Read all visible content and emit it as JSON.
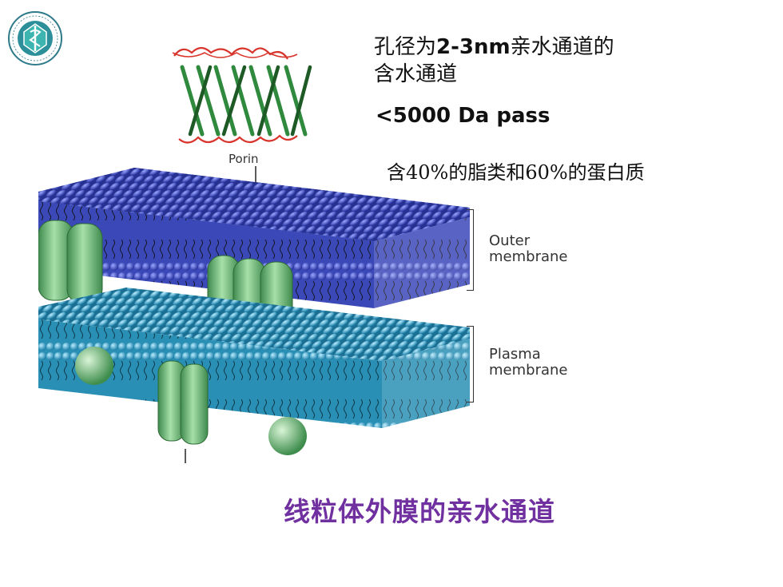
{
  "notes": {
    "pore_prefix": "孔径为",
    "pore_size": "2-3nm",
    "pore_suffix": "亲水通道的",
    "pore_line2": "含水通道",
    "pass_limit": "<5000 Da pass",
    "composition": "含40%的脂类和60%的蛋白质"
  },
  "figure": {
    "porin_label": "Porin",
    "outer_label_1": "Outer",
    "outer_label_2": "membrane",
    "plasma_label_1": "Plasma",
    "plasma_label_2": "membrane"
  },
  "caption": "线粒体外膜的亲水通道",
  "colors": {
    "lipid_head_outer": "#3f4fb5",
    "lipid_head_plasma": "#3a9fc6",
    "porin_green": "#5fae6d",
    "caption_purple": "#7030a0"
  }
}
